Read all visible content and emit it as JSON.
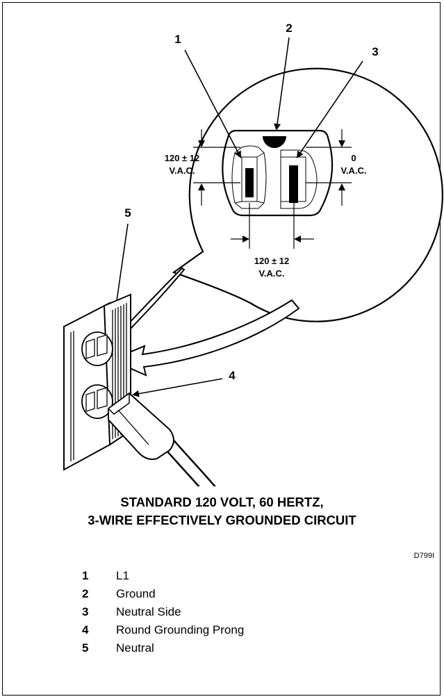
{
  "figure": {
    "callouts": [
      "1",
      "2",
      "3",
      "4",
      "5"
    ],
    "voltage_left": [
      "120 ± 12",
      "V.A.C."
    ],
    "voltage_right": [
      "0",
      "V.A.C."
    ],
    "voltage_bottom": [
      "120 ± 12",
      "V.A.C."
    ]
  },
  "caption": {
    "line1": "STANDARD 120 VOLT, 60 HERTZ,",
    "line2": "3-WIRE EFFECTIVELY GROUNDED CIRCUIT"
  },
  "figure_code": "D799I",
  "legend": [
    {
      "num": "1",
      "label": "L1"
    },
    {
      "num": "2",
      "label": "Ground"
    },
    {
      "num": "3",
      "label": "Neutral Side"
    },
    {
      "num": "4",
      "label": "Round Grounding Prong"
    },
    {
      "num": "5",
      "label": "Neutral"
    }
  ]
}
